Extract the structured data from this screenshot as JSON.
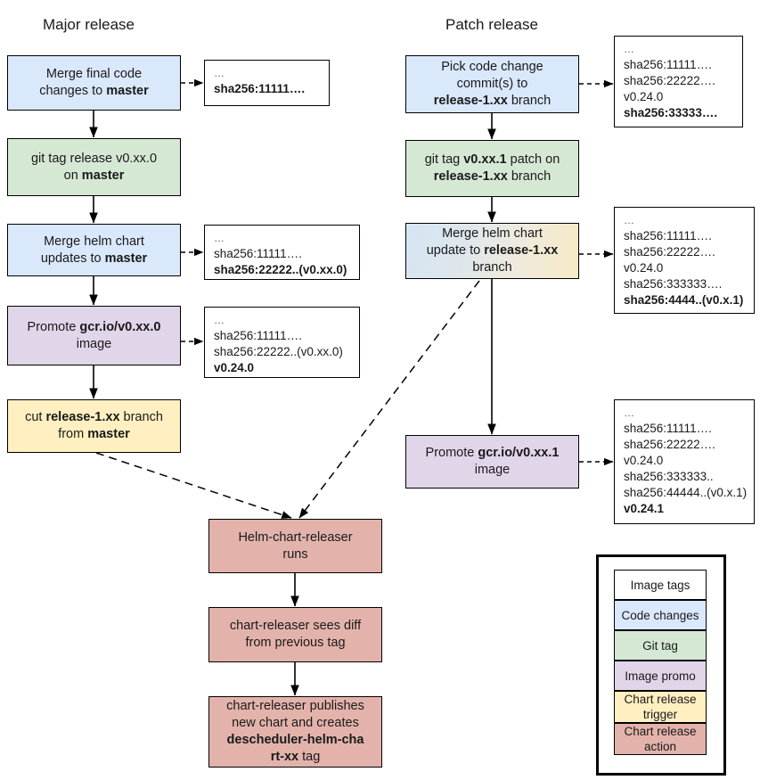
{
  "titles": {
    "major": "Major release",
    "patch": "Patch release"
  },
  "colors": {
    "code_changes": "#dae8fc",
    "git_tag": "#d5e8d4",
    "image_promo": "#e1d5ea",
    "chart_release_trigger": "#ffefc1",
    "chart_release_action": "#e3b3ab",
    "image_tags": "#ffffff",
    "stroke": "#000000"
  },
  "major_flow": [
    {
      "id": "merge-final-code",
      "line1": "Merge final code",
      "line2": "changes to ",
      "bold2": "master",
      "type": "code-changes"
    },
    {
      "id": "git-tag-release",
      "line1": "git tag release v0.xx.0",
      "line2": "on ",
      "bold2": "master",
      "type": "git-tag"
    },
    {
      "id": "merge-helm-chart",
      "line1": "Merge helm chart",
      "line2": "updates to ",
      "bold2": "master",
      "type": "code-changes"
    },
    {
      "id": "promote-image",
      "pre1": "Promote ",
      "bold1": "gcr.io/v0.xx.0",
      "line2": "image",
      "type": "image-promo"
    },
    {
      "id": "cut-release-branch",
      "pre1": "cut ",
      "bold1": "release-1.xx",
      "post1": " branch",
      "line2": "from ",
      "bold2": "master",
      "type": "chart-release-trigger"
    }
  ],
  "patch_flow": [
    {
      "id": "pick-code-change",
      "line1": "Pick code change",
      "line2": "commit(s) to",
      "bold3": "release-1.xx",
      "post3": " branch",
      "type": "code-changes"
    },
    {
      "id": "git-tag-patch",
      "pre1": "git tag ",
      "bold1": "v0.xx.1",
      "post1": " patch on",
      "bold2": "release-1.xx",
      "post2": " branch",
      "type": "git-tag"
    },
    {
      "id": "merge-helm-chart-patch",
      "line1": "Merge helm chart",
      "pre2": "update to ",
      "bold2": "release-1.xx",
      "line3": "branch",
      "type": "gradient"
    },
    {
      "id": "promote-image-patch",
      "pre1": "Promote ",
      "bold1": "gcr.io/v0.xx.1",
      "line2": "image",
      "type": "image-promo"
    }
  ],
  "releaser_flow": [
    {
      "id": "helm-chart-releaser-runs",
      "line1": "Helm-chart-releaser",
      "line2": "runs"
    },
    {
      "id": "chart-releaser-sees-diff",
      "line1": "chart-releaser sees diff",
      "line2": "from previous tag"
    },
    {
      "id": "chart-releaser-publishes",
      "line1": "chart-releaser publishes",
      "line2": "new chart and creates",
      "bold3": "descheduler-helm-cha",
      "bold4": "rt-xx",
      "post4": " tag"
    }
  ],
  "tag_boxes": [
    {
      "id": "tags-after-merge-final-code",
      "lines": [
        {
          "text": "…",
          "bold": false,
          "dots": true
        },
        {
          "text": "sha256:11111….",
          "bold": true
        }
      ]
    },
    {
      "id": "tags-after-merge-helm-chart",
      "lines": [
        {
          "text": "…",
          "bold": false,
          "dots": true
        },
        {
          "text": "sha256:11111….",
          "bold": false
        },
        {
          "text": "sha256:22222..(v0.xx.0)",
          "bold": true
        }
      ]
    },
    {
      "id": "tags-after-promote-image",
      "lines": [
        {
          "text": "…",
          "bold": false,
          "dots": true
        },
        {
          "text": "sha256:11111….",
          "bold": false
        },
        {
          "text": "sha256:22222..(v0.xx.0)",
          "bold": false
        },
        {
          "text": "v0.24.0",
          "bold": true
        }
      ]
    },
    {
      "id": "tags-after-pick-code-change",
      "lines": [
        {
          "text": "…",
          "bold": false,
          "dots": true
        },
        {
          "text": "sha256:11111….",
          "bold": false
        },
        {
          "text": "sha256:22222….",
          "bold": false
        },
        {
          "text": "v0.24.0",
          "bold": false
        },
        {
          "text": "sha256:33333….",
          "bold": true
        }
      ]
    },
    {
      "id": "tags-after-merge-helm-chart-patch",
      "lines": [
        {
          "text": "…",
          "bold": false,
          "dots": true
        },
        {
          "text": "sha256:11111….",
          "bold": false
        },
        {
          "text": "sha256:22222….",
          "bold": false
        },
        {
          "text": "v0.24.0",
          "bold": false
        },
        {
          "text": "sha256:333333….",
          "bold": false
        },
        {
          "text": "sha256:4444..(v0.x.1)",
          "bold": true
        }
      ]
    },
    {
      "id": "tags-after-promote-image-patch",
      "lines": [
        {
          "text": "…",
          "bold": false,
          "dots": true
        },
        {
          "text": "sha256:11111….",
          "bold": false
        },
        {
          "text": "sha256:22222….",
          "bold": false
        },
        {
          "text": "v0.24.0",
          "bold": false
        },
        {
          "text": "sha256:333333..",
          "bold": false
        },
        {
          "text": "sha256:44444..(v0.x.1)",
          "bold": false
        },
        {
          "text": "v0.24.1",
          "bold": true
        }
      ]
    }
  ],
  "legend": {
    "items": [
      {
        "label": "Image tags",
        "type": "image-tags"
      },
      {
        "label": "Code changes",
        "type": "code-changes"
      },
      {
        "label": "Git tag",
        "type": "git-tag"
      },
      {
        "label": "Image promo",
        "type": "image-promo"
      },
      {
        "label": "Chart release trigger",
        "type": "chart-release-trigger"
      },
      {
        "label": "Chart release action",
        "type": "chart-release-action"
      }
    ]
  }
}
